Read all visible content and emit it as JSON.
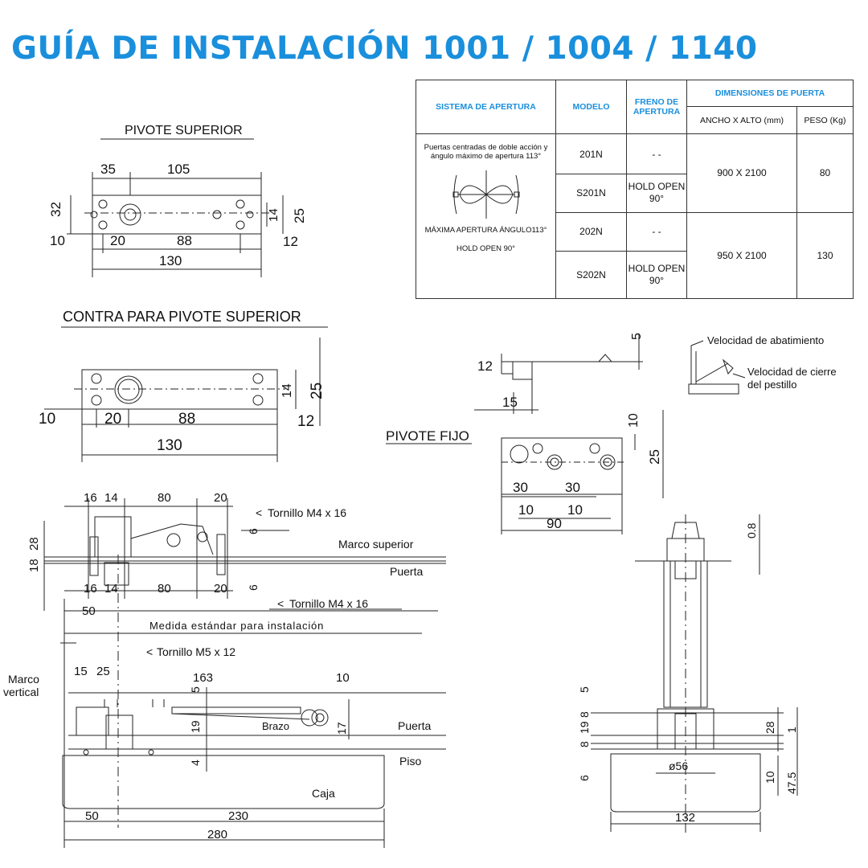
{
  "title": "GUÍA DE INSTALACIÓN 1001 / 1004 / 1140",
  "spec_table": {
    "headers": {
      "system": "SISTEMA DE APERTURA",
      "model": "MODELO",
      "brake": "FRENO DE APERTURA",
      "dimensions": "DIMENSIONES DE PUERTA",
      "width_height": "ANCHO X ALTO (mm)",
      "weight": "PESO (Kg)"
    },
    "system_description": "Puertas centradas de doble acción y ángulo máximo de apertura 113°",
    "max_opening": "MÁXIMA APERTURA ÁNGULO113°",
    "hold_open_note": "HOLD OPEN 90°",
    "rows": [
      {
        "model": "201N",
        "brake": "- -",
        "size": "900 X 2100",
        "weight": "80"
      },
      {
        "model": "S201N",
        "brake": "HOLD OPEN 90°"
      },
      {
        "model": "202N",
        "brake": "- -",
        "size": "950 X 2100",
        "weight": "130"
      },
      {
        "model": "S202N",
        "brake": "HOLD OPEN 90°"
      }
    ]
  },
  "pivote_superior": {
    "label": "PIVOTE SUPERIOR",
    "dims": [
      "35",
      "105",
      "32",
      "14",
      "25",
      "10",
      "20",
      "88",
      "12",
      "130"
    ]
  },
  "contra_pivote": {
    "label": "CONTRA PARA PIVOTE SUPERIOR",
    "dims": [
      "14",
      "25",
      "10",
      "20",
      "88",
      "12",
      "130"
    ]
  },
  "pivote_fijo": {
    "label": "PIVOTE FIJO",
    "dims": [
      "5",
      "12",
      "15",
      "10",
      "25",
      "30",
      "30",
      "10",
      "10",
      "90"
    ]
  },
  "speed_labels": {
    "abatimiento": "Velocidad de abatimiento",
    "cierre_line1": "Velocidad de cierre",
    "cierre_line2": "del pestillo"
  },
  "installation": {
    "top_dims": [
      "16",
      "14",
      "80",
      "20",
      "28",
      "18",
      "6",
      "6"
    ],
    "bottom_dims": [
      "16",
      "14",
      "80",
      "20",
      "50"
    ],
    "tornillo_m4": "Tornillo  M4 x 16",
    "tornillo_m5": "Tornillo  M5 x 12",
    "marco_superior": "Marco superior",
    "puerta": "Puerta",
    "medida_estandar": "Medida estándar para instalación",
    "marco_vertical_1": "Marco",
    "marco_vertical_2": "vertical",
    "lower_dims": [
      "15",
      "25",
      "163",
      "10",
      "5",
      "19",
      "17",
      "4"
    ],
    "brazo": "Brazo",
    "piso": "Piso",
    "caja": "Caja",
    "floor_dims": [
      "50",
      "230",
      "280"
    ]
  },
  "side_view": {
    "dims": [
      "0.8",
      "5",
      "8",
      "19",
      "8",
      "6",
      "28",
      "1",
      "10",
      "47.5",
      "132"
    ],
    "diameter": "ø56"
  }
}
